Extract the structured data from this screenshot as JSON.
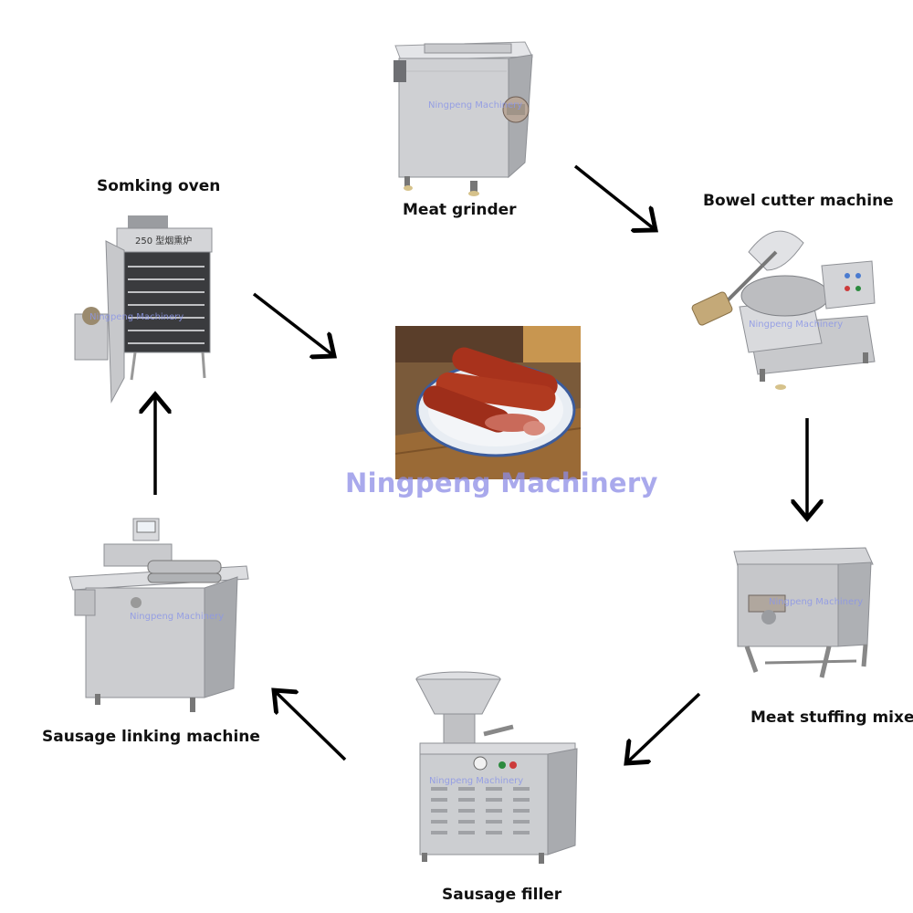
{
  "labels": {
    "meat_grinder": "Meat grinder",
    "bowel_cutter": "Bowel cutter machine",
    "stuffing_mixer": "Meat stuffing mixer",
    "sausage_filler": "Sausage filler",
    "linking_machine": "Sausage linking machine",
    "smoking_oven": "Somking oven"
  },
  "watermark": {
    "center": "Ningpeng Machinery",
    "grinder": "Ningpeng Machinery",
    "cutter": "Ningpeng Machinery",
    "mixer": "Ningpeng Machinery",
    "filler": "Ningpeng Machinery",
    "linker": "Ningpeng Machinery",
    "oven": "Ningpeng Machinery"
  },
  "oven_plate": "250 型烟熏炉",
  "colors": {
    "steel_light": "#dcdde0",
    "steel_mid": "#b9bbbf",
    "steel_dark": "#8e9095",
    "sausage": "#a8321c",
    "wood": "#9a6a36",
    "watermark": "#8c8ce6"
  }
}
